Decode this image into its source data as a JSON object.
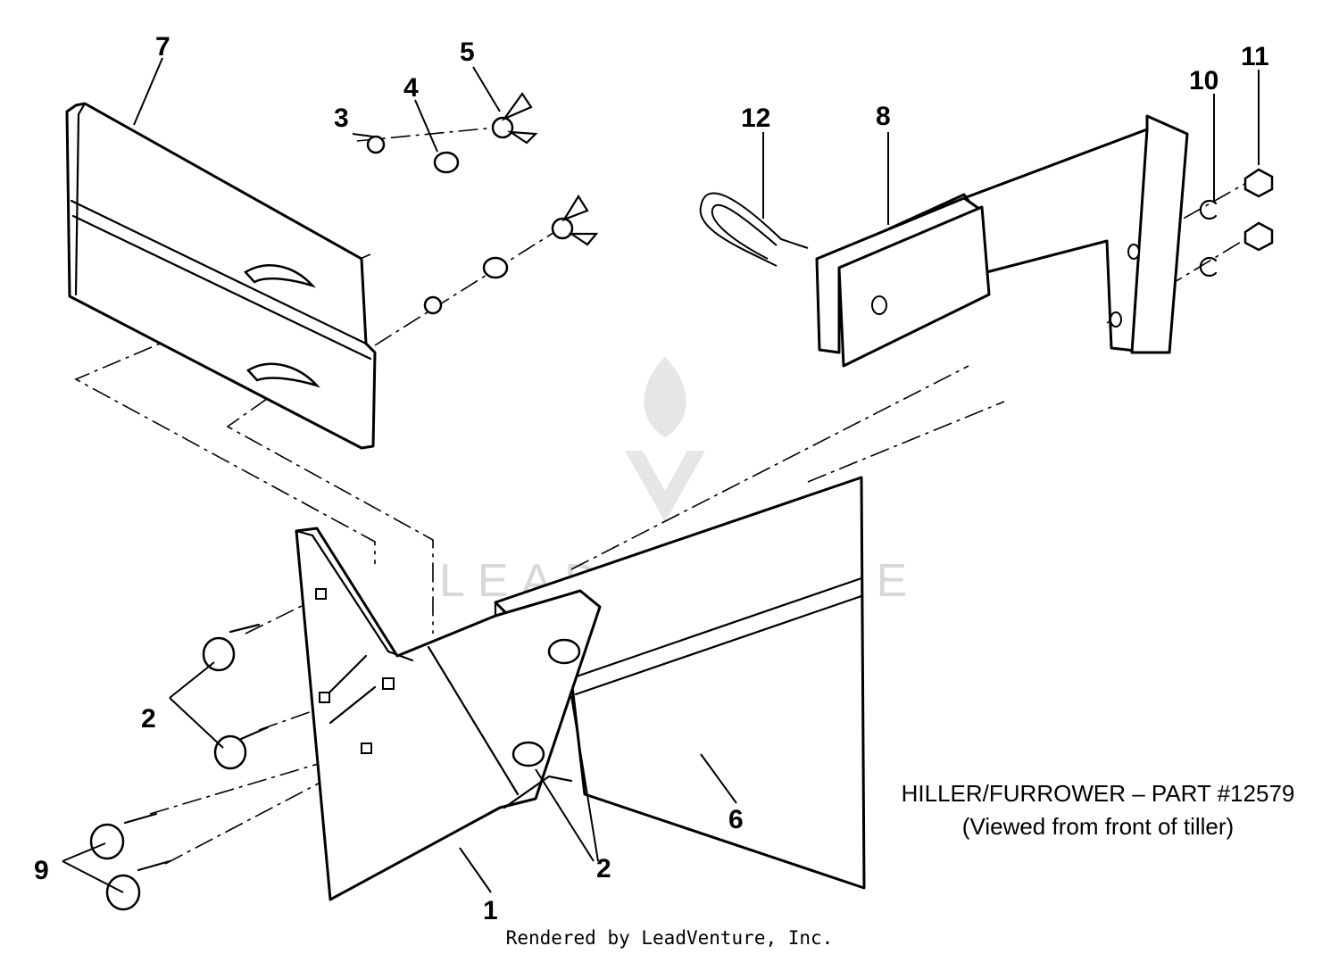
{
  "callouts": {
    "c1": "1",
    "c2a": "2",
    "c2b": "2",
    "c3": "3",
    "c4": "4",
    "c5": "5",
    "c6": "6",
    "c7": "7",
    "c8": "8",
    "c9": "9",
    "c10": "10",
    "c11": "11",
    "c12": "12"
  },
  "caption": {
    "title": "HILLER/FURROWER – PART #12579",
    "subtitle": "(Viewed from front of tiller)"
  },
  "credit": "Rendered by LeadVenture, Inc.",
  "watermark": {
    "text": "LEADVENTURE",
    "color": "#d8d8d8"
  }
}
